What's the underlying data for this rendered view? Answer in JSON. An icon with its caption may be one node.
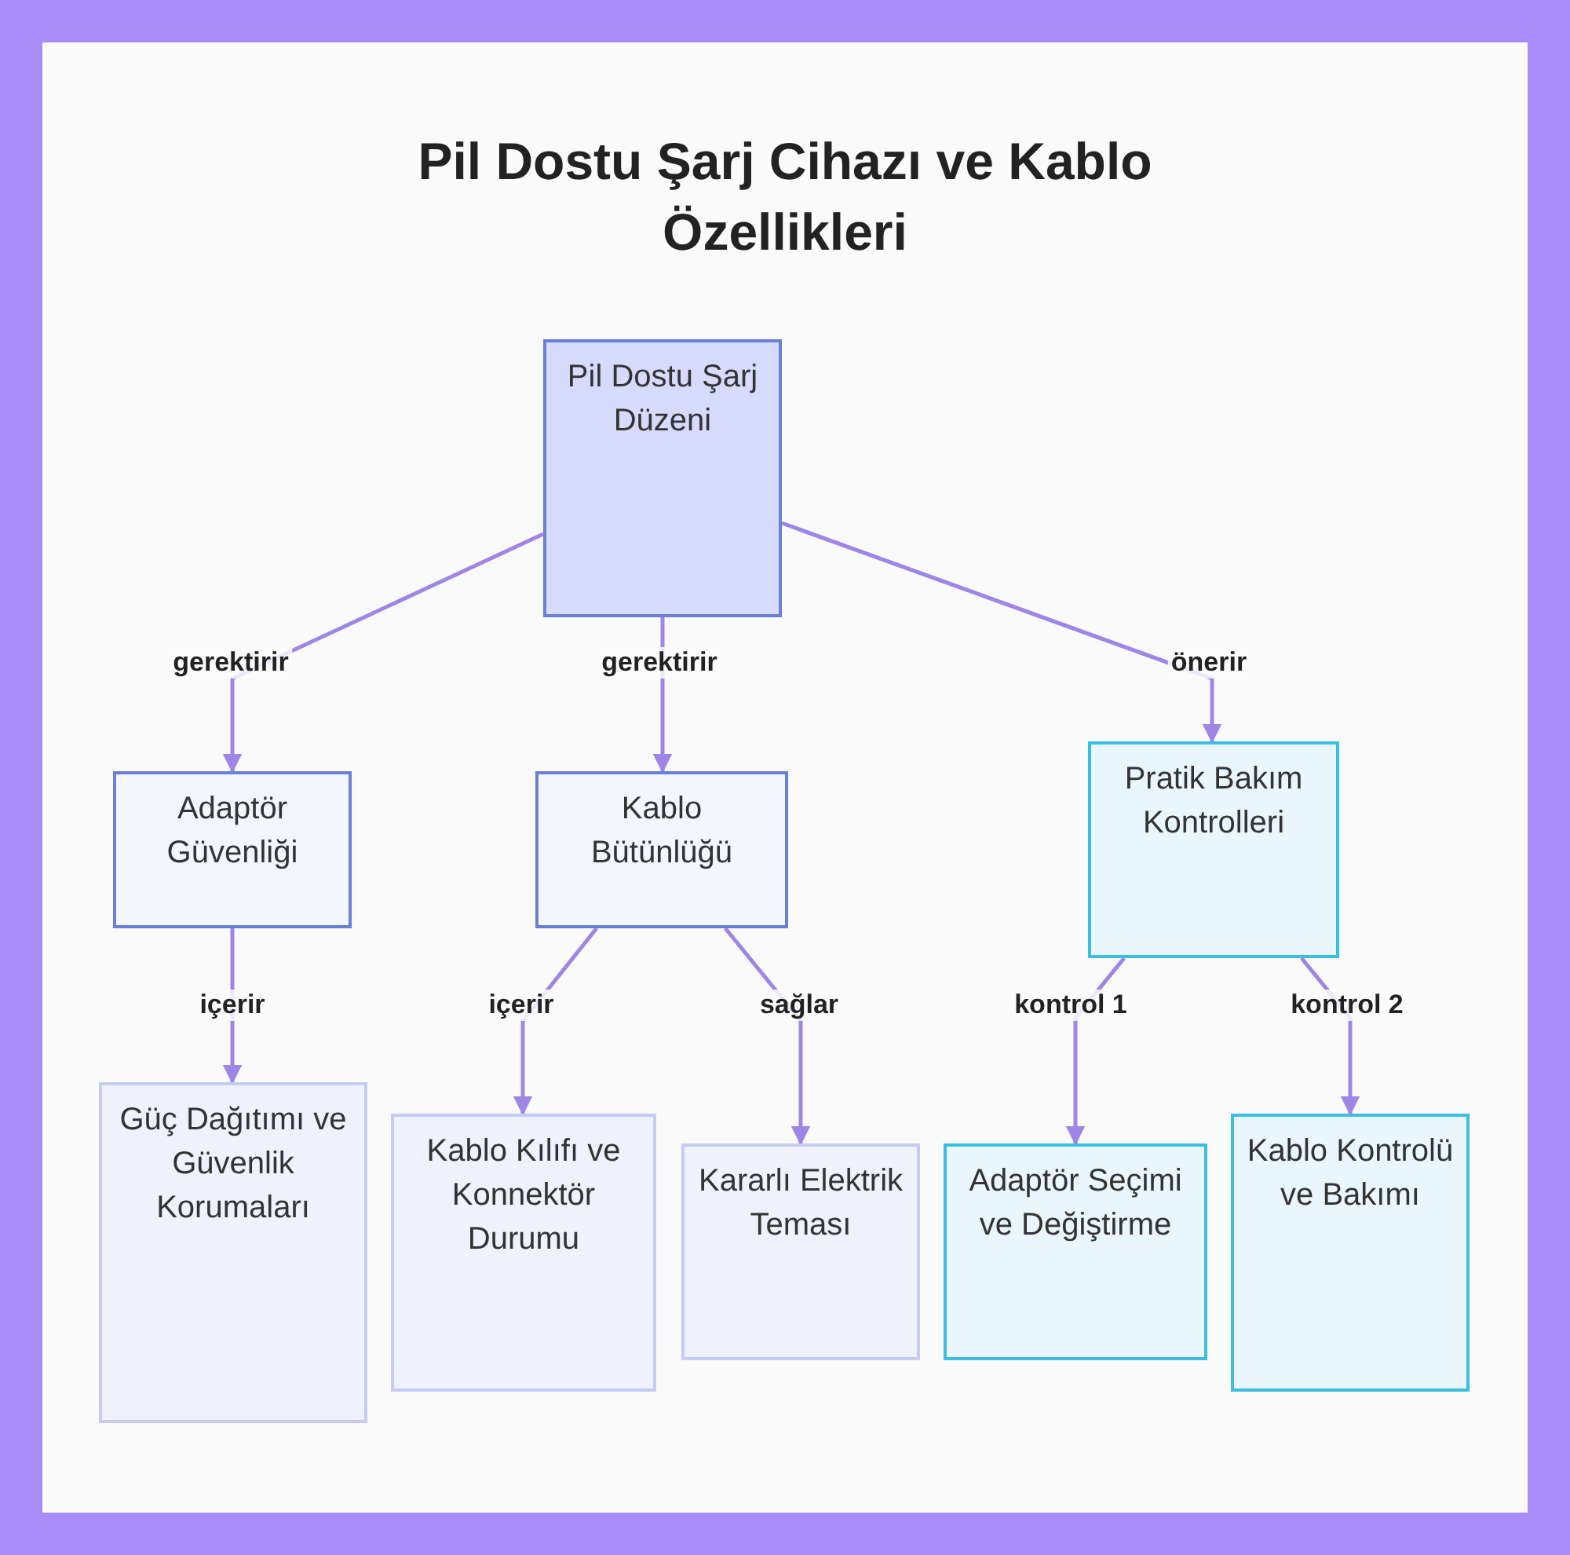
{
  "diagram": {
    "title": "Pil Dostu Şarj Cihazı ve Kablo Özellikleri",
    "nodes": [
      {
        "text": [
          "Pil Dostu Şarj Düzeni"
        ]
      },
      {
        "text": [
          "Adaptör Güvenliği"
        ]
      },
      {
        "text": [
          "Kablo Bütünlüğü"
        ]
      },
      {
        "text": [
          "Pratik Bakım Kontrolleri"
        ]
      },
      {
        "text": [
          "Güç Dağıtımı ve Güvenlik Korumaları"
        ]
      },
      {
        "text": [
          "Kablo Kılıfı ve Konnektör Durumu"
        ]
      },
      {
        "text": [
          "Kararlı Elektrik Teması"
        ]
      },
      {
        "text": [
          "Adaptör Seçimi ve Değiştirme"
        ]
      },
      {
        "text": [
          "Kablo Kontrolü ve Bakımı"
        ]
      }
    ],
    "edges": [
      {
        "from": 0,
        "to": 1,
        "arrow": "to",
        "label": "gerektirir"
      },
      {
        "from": 0,
        "to": 2,
        "arrow": "to",
        "label": "gerektirir"
      },
      {
        "from": 0,
        "to": 3,
        "arrow": "to",
        "label": "önerir"
      },
      {
        "from": 1,
        "to": 4,
        "arrow": "to",
        "label": "içerir"
      },
      {
        "from": 2,
        "to": 5,
        "arrow": "to",
        "label": "içerir"
      },
      {
        "from": 2,
        "to": 6,
        "arrow": "to",
        "label": "sağlar"
      },
      {
        "from": 3,
        "to": 7,
        "arrow": "to",
        "label": "kontrol 1"
      },
      {
        "from": 3,
        "to": 8,
        "arrow": "to",
        "label": "kontrol 2"
      }
    ]
  }
}
